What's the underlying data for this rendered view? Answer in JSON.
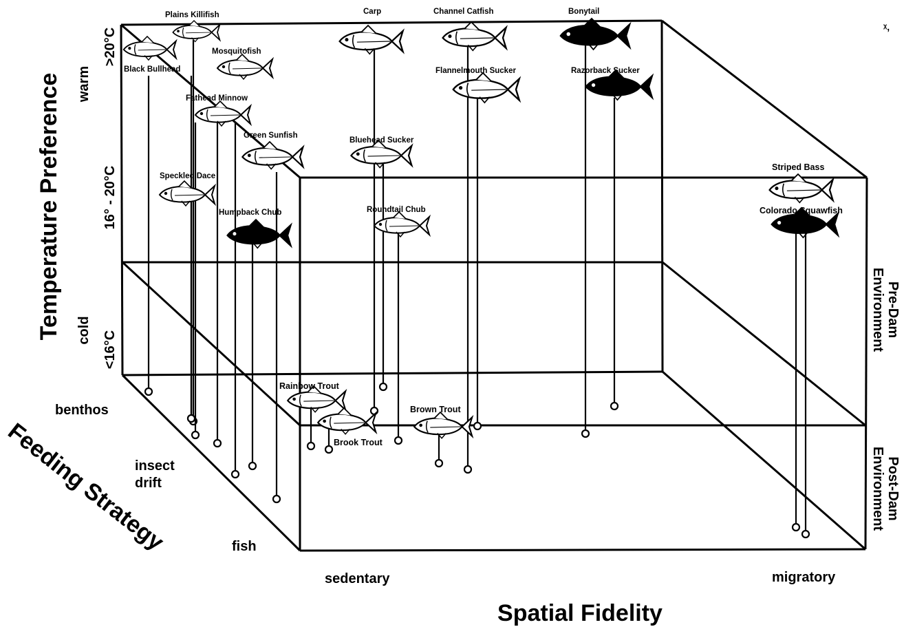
{
  "axes": {
    "temperature": {
      "title": "Temperature Preference",
      "levels": [
        "warm",
        "cold"
      ],
      "ticks": [
        ">20°C",
        "16° - 20°C",
        "<16°C"
      ]
    },
    "feeding": {
      "title": "Feeding Strategy",
      "levels": [
        "benthos",
        "insect",
        "drift",
        "fish"
      ]
    },
    "spatial": {
      "title": "Spatial Fidelity",
      "levels": [
        "sedentary",
        "migratory"
      ]
    },
    "environment": {
      "pre": [
        "Pre-Dam",
        "Environment"
      ],
      "post": [
        "Post-Dam",
        "Environment"
      ]
    }
  },
  "species": [
    {
      "name": "Plains Killifish"
    },
    {
      "name": "Black Bullhead"
    },
    {
      "name": "Mosquitofish"
    },
    {
      "name": "Fathead Minnow"
    },
    {
      "name": "Green Sunfish"
    },
    {
      "name": "Speckled Dace"
    },
    {
      "name": "Humpback Chub"
    },
    {
      "name": "Carp"
    },
    {
      "name": "Channel  Catfish"
    },
    {
      "name": "Bonytail"
    },
    {
      "name": "Flannelmouth Sucker"
    },
    {
      "name": "Razorback Sucker"
    },
    {
      "name": "Bluehead Sucker"
    },
    {
      "name": "Roundtail Chub"
    },
    {
      "name": "Striped Bass"
    },
    {
      "name": "Colorado Squawfish"
    },
    {
      "name": "Rainbow Trout"
    },
    {
      "name": "Brook Trout"
    },
    {
      "name": "Brown Trout"
    }
  ],
  "colors": {
    "ink": "#000000",
    "paper": "#ffffff"
  },
  "corner_mark": "ᵡ,"
}
